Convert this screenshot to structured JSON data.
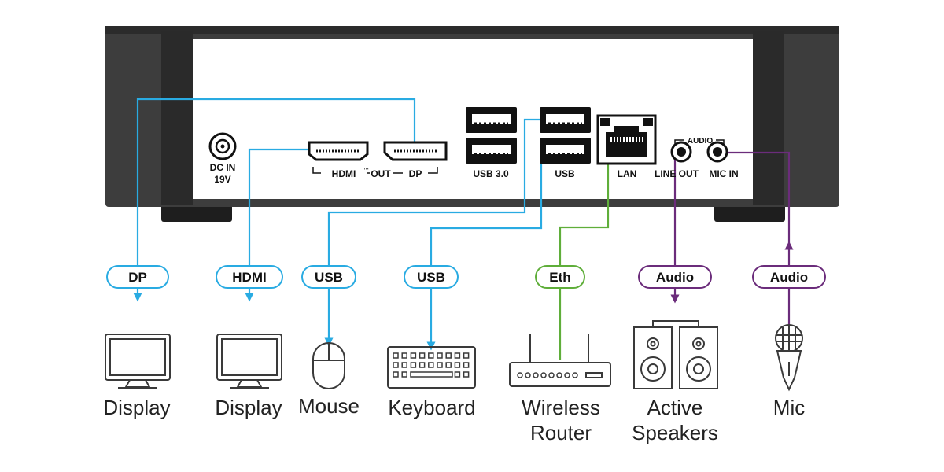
{
  "colors": {
    "dp": "#29abe2",
    "ethernet": "#5fae3a",
    "audio": "#6b2c7b",
    "device_line": "#3a3a3a"
  },
  "device_ports": {
    "dc_in": "DC IN",
    "dc_voltage": "19V",
    "hdmi_out": "HDMI",
    "hdmi_tm": "™",
    "out": "OUT",
    "dp_out": "DP",
    "usb3": "USB 3.0",
    "usb": "USB",
    "lan": "LAN",
    "audio_group": "AUDIO",
    "line_out": "LINE OUT",
    "mic_in": "MIC IN"
  },
  "cable_tags": {
    "dp": "DP",
    "hdmi": "HDMI",
    "usb_mouse": "USB",
    "usb_keyboard": "USB",
    "eth": "Eth",
    "audio_speakers": "Audio",
    "audio_mic": "Audio"
  },
  "devices": {
    "display1": "Display",
    "display2": "Display",
    "mouse": "Mouse",
    "keyboard": "Keyboard",
    "router_line1": "Wireless",
    "router_line2": "Router",
    "speakers_line1": "Active",
    "speakers_line2": "Speakers",
    "mic": "Mic"
  }
}
